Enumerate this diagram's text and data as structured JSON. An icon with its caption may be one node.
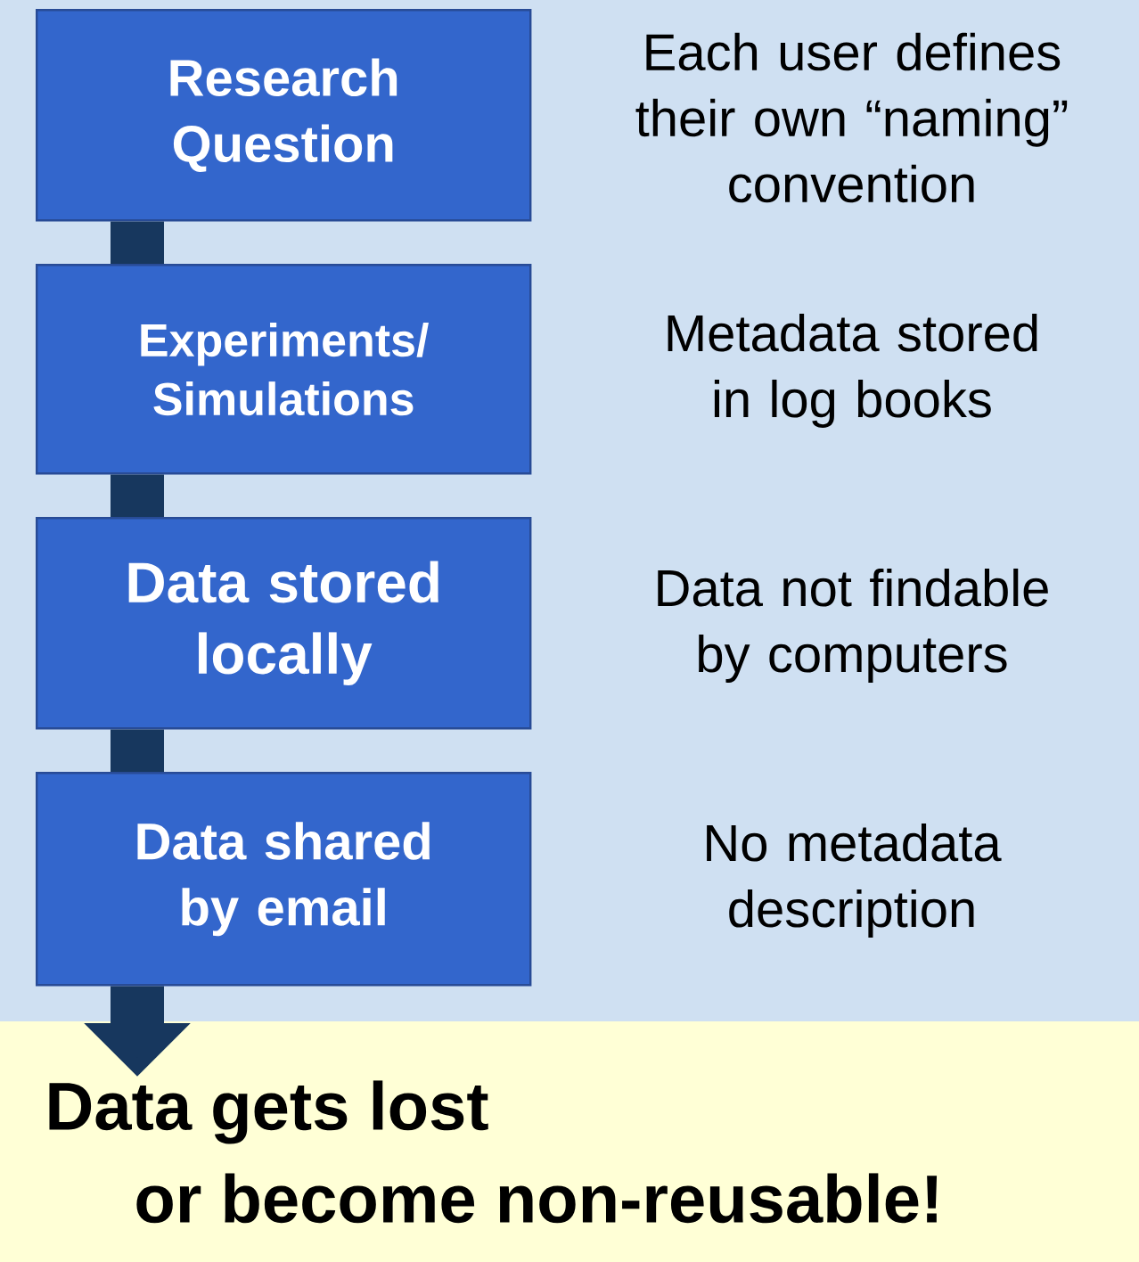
{
  "diagram": {
    "nodes": [
      {
        "text": [
          "Research Question"
        ],
        "beside": [
          "Each user defines their own “naming” convention"
        ]
      },
      {
        "text": [
          "Experiments/ Simulations"
        ],
        "beside": [
          "Metadata stored in log books"
        ]
      },
      {
        "text": [
          "Data stored locally"
        ],
        "beside": [
          "Data not findable by computers"
        ]
      },
      {
        "text": [
          "Data shared by email"
        ],
        "beside": [
          "No metadata description"
        ]
      },
      {
        "text": [
          "Data gets lost",
          "or become non-reusable!"
        ]
      }
    ],
    "edges": [
      {
        "from": 0,
        "to": 1,
        "arrow": "none"
      },
      {
        "from": 1,
        "to": 2,
        "arrow": "none"
      },
      {
        "from": 2,
        "to": 3,
        "arrow": "none"
      },
      {
        "from": 3,
        "to": 4,
        "arrow": "to"
      }
    ]
  }
}
